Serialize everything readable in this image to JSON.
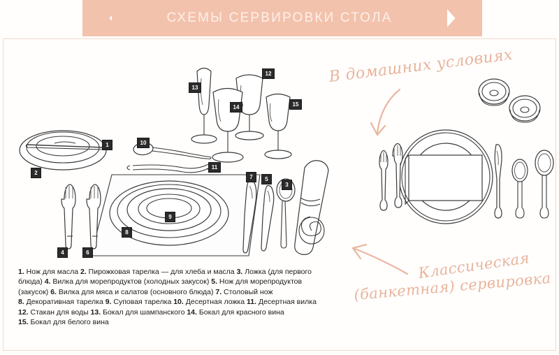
{
  "banner": {
    "title": "СХЕМЫ СЕРВИРОВКИ СТОЛА",
    "color": "#f3c2ac",
    "text_color": "#fdf0ea"
  },
  "theme": {
    "background": "#fffefd",
    "accent": "#f3c2ac",
    "script_color": "#e8b49c",
    "frame_color": "#f0d9cd",
    "line_color": "#3a3a3a",
    "marker_bg": "#2b2b2b",
    "marker_text": "#ffffff"
  },
  "annotations": {
    "home": "В домашних условиях",
    "classic_line1": "Классическая",
    "classic_line2": "(банкетная) сервировка"
  },
  "icons": {
    "arrow_home": "curved-arrow-down-icon",
    "arrow_classic": "curved-arrow-left-icon"
  },
  "diagram": {
    "classic_setting": {
      "name": "Классическая (банкетная) сервировка",
      "items": [
        {
          "id": "1",
          "name": "butter-knife",
          "label": "Нож для масла"
        },
        {
          "id": "2",
          "name": "bread-plate",
          "label": "Пирожковая тарелка"
        },
        {
          "id": "3",
          "name": "soup-spoon",
          "label": "Ложка (для первого блюда)"
        },
        {
          "id": "4",
          "name": "seafood-fork",
          "label": "Вилка для морепродуктов"
        },
        {
          "id": "5",
          "name": "seafood-knife",
          "label": "Нож для морепродуктов"
        },
        {
          "id": "6",
          "name": "meat-salad-fork",
          "label": "Вилка для мяса и салатов"
        },
        {
          "id": "7",
          "name": "dinner-knife",
          "label": "Столовый нож"
        },
        {
          "id": "8",
          "name": "charger-plate",
          "label": "Декоративная тарелка"
        },
        {
          "id": "9",
          "name": "soup-plate",
          "label": "Суповая тарелка"
        },
        {
          "id": "10",
          "name": "dessert-spoon",
          "label": "Десертная ложка"
        },
        {
          "id": "11",
          "name": "dessert-fork",
          "label": "Десертная вилка"
        },
        {
          "id": "12",
          "name": "water-glass",
          "label": "Стакан для воды"
        },
        {
          "id": "13",
          "name": "champagne-flute",
          "label": "Бокал для шампанского"
        },
        {
          "id": "14",
          "name": "red-wine-glass",
          "label": "Бокал для красного вина"
        },
        {
          "id": "15",
          "name": "white-wine-glass",
          "label": "Бокал для белого вина"
        }
      ],
      "extra_objects": [
        "rolled-napkin",
        "placemat"
      ]
    },
    "home_setting": {
      "name": "В домашних условиях",
      "objects": [
        "fork-outer",
        "fork-inner",
        "charger-plate",
        "dinner-plate",
        "folded-napkin",
        "dinner-knife",
        "teaspoon",
        "tablespoon",
        "cup-1",
        "cup-2"
      ]
    }
  },
  "legend": {
    "lines": [
      [
        {
          "n": "1.",
          "t": " Нож для масла "
        },
        {
          "n": "2.",
          "t": " Пирожковая тарелка — для хлеба и масла "
        },
        {
          "n": "3.",
          "t": " Ложка (для первого"
        }
      ],
      [
        {
          "n": "",
          "t": "блюда) "
        },
        {
          "n": "4.",
          "t": " Вилка для морепродуктов (холодных закусок) "
        },
        {
          "n": "5.",
          "t": " Нож для морепродуктов"
        }
      ],
      [
        {
          "n": "",
          "t": "(закусок) "
        },
        {
          "n": "6.",
          "t": " Вилка для мяса и салатов (основного блюда) "
        },
        {
          "n": "7.",
          "t": " Столовый нож"
        }
      ],
      [
        {
          "n": "8.",
          "t": " Декоративная тарелка "
        },
        {
          "n": "9.",
          "t": " Суповая тарелка "
        },
        {
          "n": "10.",
          "t": " Десертная ложка "
        },
        {
          "n": "11.",
          "t": " Десертная вилка"
        }
      ],
      [
        {
          "n": "12.",
          "t": " Стакан для воды "
        },
        {
          "n": "13.",
          "t": " Бокал для шампанского "
        },
        {
          "n": "14.",
          "t": " Бокал для красного вина"
        }
      ],
      [
        {
          "n": "15.",
          "t": " Бокал для белого вина"
        }
      ]
    ]
  },
  "markers": {
    "m1": "1",
    "m2": "2",
    "m3": "3",
    "m4": "4",
    "m5": "5",
    "m6": "6",
    "m7": "7",
    "m8": "8",
    "m9": "9",
    "m10": "10",
    "m11": "11",
    "m12": "12",
    "m13": "13",
    "m14": "14",
    "m15": "15"
  }
}
